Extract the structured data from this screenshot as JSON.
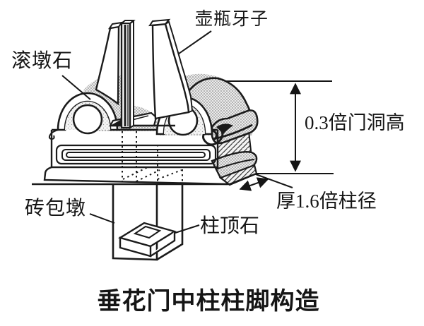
{
  "diagram": {
    "caption": "垂花门中柱柱脚构造",
    "labels": {
      "gundunshi": "滚墩石",
      "hupingyazi": "壶瓶牙子",
      "height_dim": "0.3倍门洞高",
      "thickness_dim": "厚1.6倍柱径",
      "zhuanbaodun": "砖包墩",
      "zhudingshi": "柱顶石"
    },
    "colors": {
      "line": "#1b1b1b",
      "background": "#ffffff",
      "shade_dots": "#8a8a8a"
    }
  }
}
